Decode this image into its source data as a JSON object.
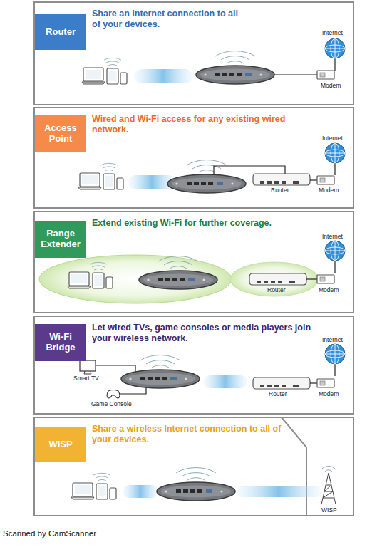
{
  "diagram": {
    "nodes": [
      {
        "text": [
          "Share an Internet connection to all of your devices."
        ]
      },
      {
        "text": [
          "Router"
        ],
        "in": 0
      },
      {
        "text": [
          "Wired and Wi-Fi access for any existing wired network."
        ]
      },
      {
        "text": [
          "Access Point"
        ],
        "in": 2
      },
      {
        "text": [
          "Extend existing Wi-Fi for further coverage."
        ]
      },
      {
        "text": [
          "Range Extender"
        ],
        "in": 4
      },
      {
        "text": [
          "Let wired TVs, game consoles or media players join your wireless network."
        ]
      },
      {
        "text": [
          "Wi-Fi Bridge"
        ],
        "in": 6
      },
      {
        "text": [
          "Share a wireless Internet connection to all of your devices."
        ]
      },
      {
        "text": [
          "WISP"
        ],
        "in": 8
      }
    ],
    "labels": [
      "Internet",
      "Modem",
      "Internet",
      "Router",
      "Modem",
      "Internet",
      "Router",
      "Modem",
      "Internet",
      "Smart TV",
      "Game Console",
      "Router",
      "Modem",
      "WISP",
      "Scanned by CamScanner"
    ]
  }
}
